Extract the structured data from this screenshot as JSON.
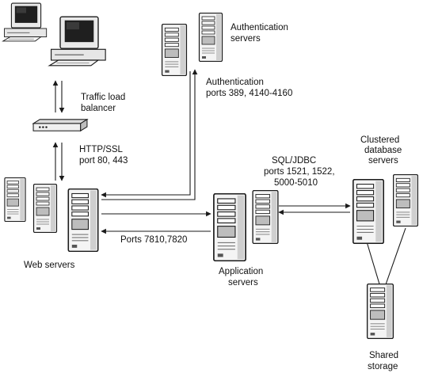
{
  "labels": {
    "auth_servers": [
      "Authentication",
      "servers"
    ],
    "auth_ports": [
      "Authentication",
      "ports 389, 4140-4160"
    ],
    "traffic_lb": [
      "Traffic load",
      "balancer"
    ],
    "http_ssl": [
      "HTTP/SSL",
      "port 80, 443"
    ],
    "sql_jdbc": [
      "SQL/JDBC",
      "ports 1521, 1522,",
      "5000-5010"
    ],
    "clustered_db": [
      "Clustered",
      "database",
      "servers"
    ],
    "ports_app": [
      "Ports 7810,7820"
    ],
    "web_servers": [
      "Web servers"
    ],
    "app_servers": [
      "Application",
      "servers"
    ],
    "shared_storage": [
      "Shared",
      "storage"
    ]
  },
  "icons": {
    "client": "desktop-computer-icon",
    "load_balancer": "load-balancer-icon",
    "server": "server-tower-icon",
    "storage": "storage-tower-icon"
  },
  "colors": {
    "line": "#1a1a1a",
    "device_fill": "#f4f4f4",
    "device_shade": "#cfcfcf",
    "device_dark": "#555555"
  }
}
